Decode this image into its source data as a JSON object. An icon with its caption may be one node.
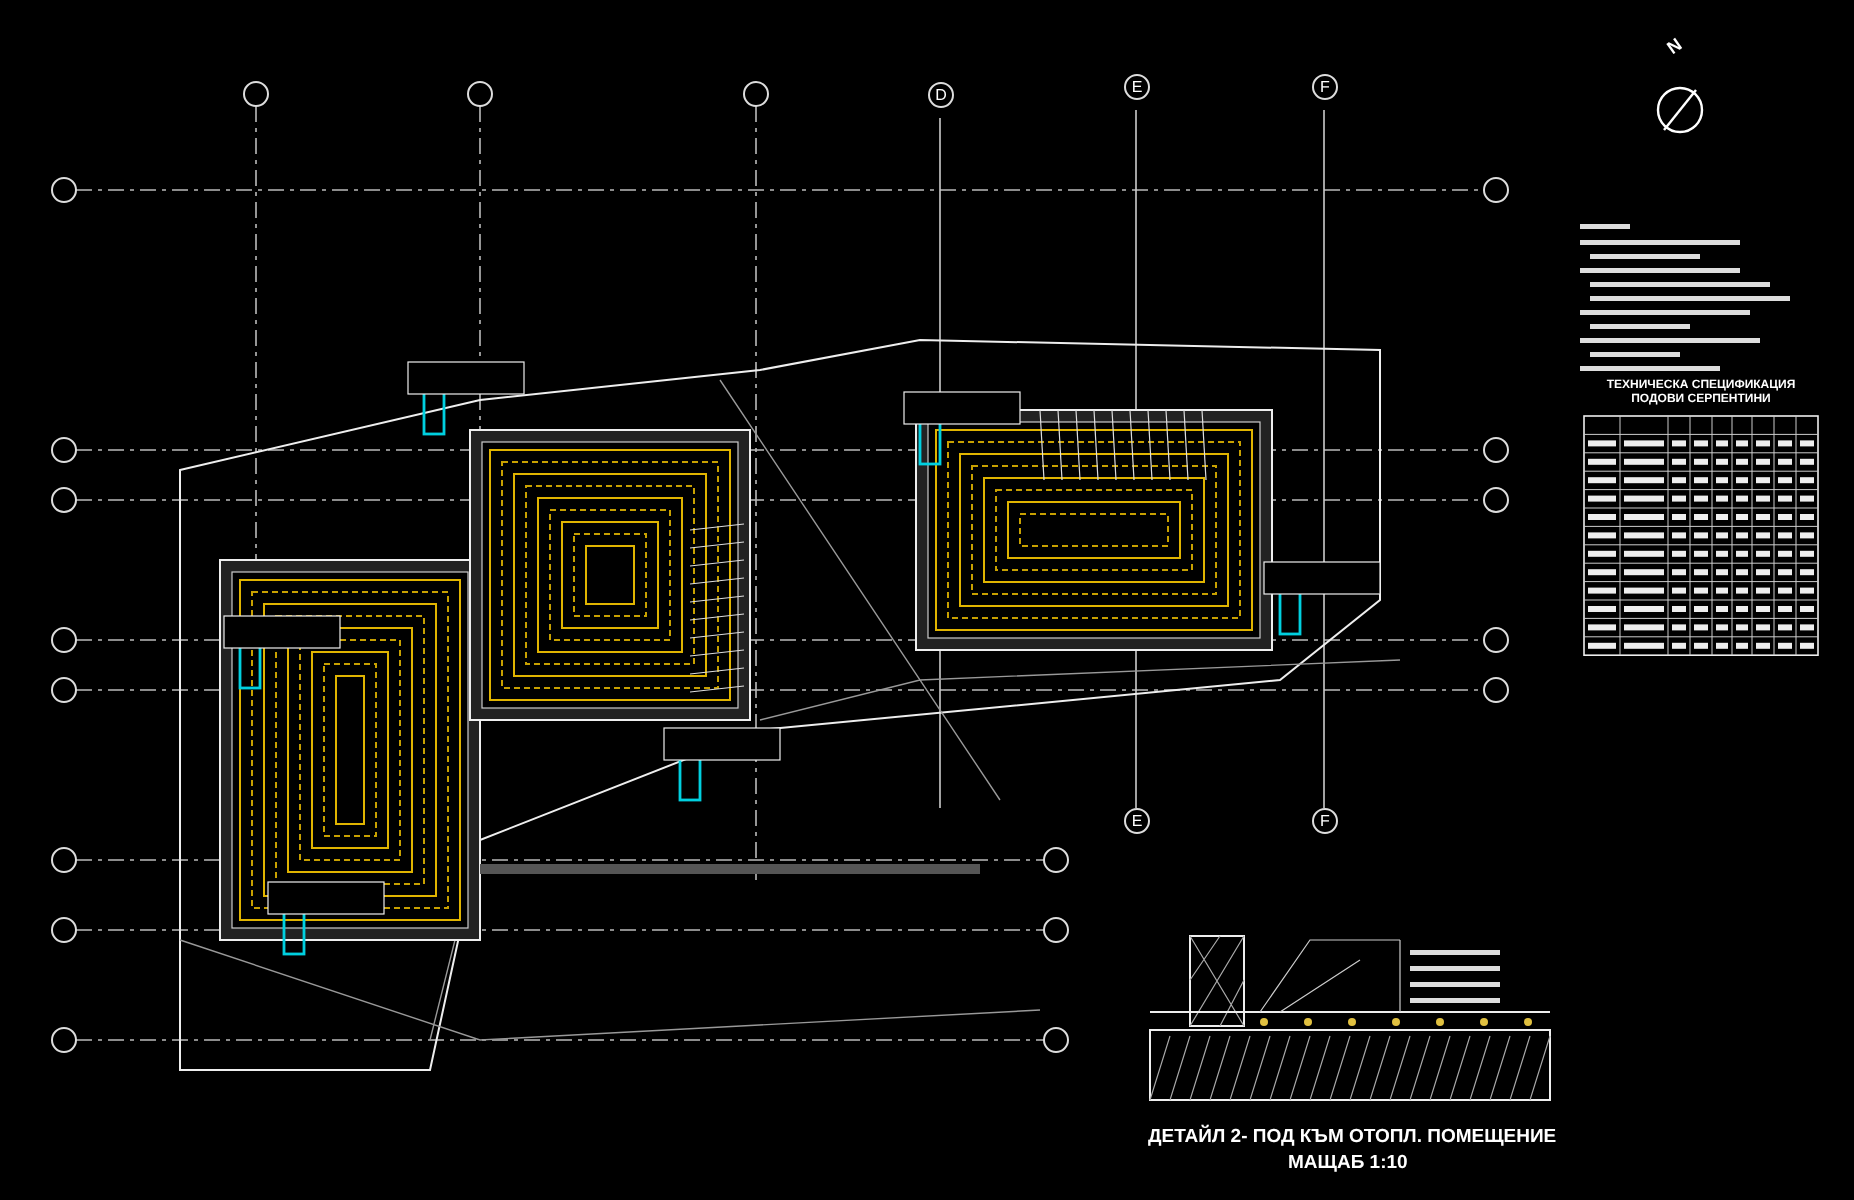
{
  "diagram": {
    "labels": [
      "D",
      "E",
      "F",
      "E",
      "F",
      "N",
      "ТЕХНИЧЕСКА СПЕЦИФИКАЦИЯ ПОДОВИ СЕРПЕНТИНИ",
      "ДЕТАЙЛ 2- ПОД КЪМ ОТОПЛ. ПОМЕЩЕНИЕ",
      "МАЩАБ 1:10"
    ]
  }
}
